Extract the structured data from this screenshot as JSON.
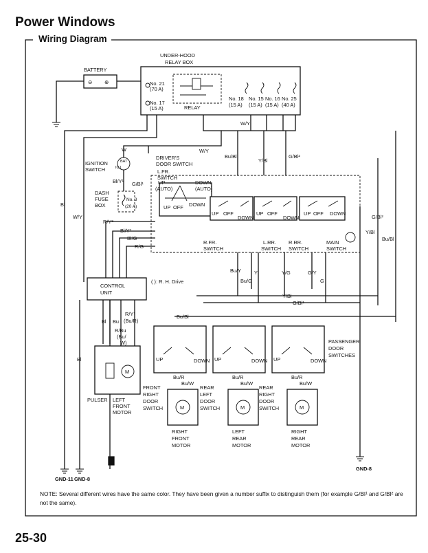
{
  "header": {
    "title": "Power Windows",
    "section": "Wiring Diagram"
  },
  "page_number": "25-30",
  "note": "NOTE:  Several different wires have the same color. They have been given a number suffix to distinguish them (for example G/Bl¹ and G/Bl² are not the same).",
  "components": {
    "battery": "BATTERY",
    "relay_box_1": "UNDER-HOOD",
    "relay_box_2": "RELAY BOX",
    "relay": "RELAY",
    "fuse_21_a": "No. 21",
    "fuse_21_b": "(70 A)",
    "fuse_17_a": "No. 17",
    "fuse_17_b": "(15 A)",
    "fuse_18_a": "No. 18",
    "fuse_18_b": "(15 A)",
    "fuse_15_a": "No. 15",
    "fuse_15_b": "(15 A)",
    "fuse_16_a": "No. 16",
    "fuse_16_b": "(15 A)",
    "fuse_25_a": "No. 25",
    "fuse_25_b": "(40 A)",
    "ignition_1": "IGNITION",
    "ignition_2": "SWITCH",
    "bat": "BAT",
    "ig1": "IG1",
    "dash_fuse_1": "DASH",
    "dash_fuse_2": "FUSE",
    "dash_fuse_3": "BOX",
    "fuse_3_a": "No. 3",
    "fuse_3_b": "(20 A)",
    "drivers_door_1": "DRIVER'S",
    "drivers_door_2": "DOOR SWITCH",
    "lfr_1": "L.FR.",
    "lfr_2": "SWITCH",
    "up": "UP",
    "auto": "(AUTO)",
    "down": "DOWN",
    "off": "OFF",
    "rfr_1": "R.FR.",
    "rfr_2": "SWITCH",
    "lrr_1": "L.RR.",
    "lrr_2": "SWITCH",
    "rrr_1": "R.RR.",
    "rrr_2": "SWITCH",
    "main_1": "MAIN",
    "main_2": "SWITCH",
    "control_1": "CONTROL",
    "control_2": "UNIT",
    "rh_drive": "(   ): R. H. Drive",
    "passenger_1": "PASSENGER",
    "passenger_2": "DOOR",
    "passenger_3": "SWITCHES",
    "pulser": "PULSER",
    "left_front_motor_1": "LEFT",
    "left_front_motor_2": "FRONT",
    "left_front_motor_3": "MOTOR",
    "front_right_door_1": "FRONT",
    "front_right_door_2": "RIGHT",
    "front_right_door_3": "DOOR",
    "front_right_door_4": "SWITCH",
    "rear_left_door_1": "REAR",
    "rear_left_door_2": "LEFT",
    "rear_left_door_3": "DOOR",
    "rear_left_door_4": "SWITCH",
    "rear_right_door_1": "REAR",
    "rear_right_door_2": "RIGHT",
    "rear_right_door_3": "DOOR",
    "rear_right_door_4": "SWITCH",
    "rf_motor_1": "RIGHT",
    "rf_motor_2": "FRONT",
    "rf_motor_3": "MOTOR",
    "lr_motor_1": "LEFT",
    "lr_motor_2": "REAR",
    "lr_motor_3": "MOTOR",
    "rr_motor_1": "RIGHT",
    "rr_motor_2": "REAR",
    "rr_motor_3": "MOTOR",
    "motor": "M",
    "gnd11": "GND-11",
    "gnd8_left": "GND-8",
    "gnd8_right": "GND-8"
  },
  "wires": {
    "w": "W",
    "w_y_1": "W/Y",
    "w_y_2": "W/Y",
    "w_y_3": "W/Y",
    "bl_left": "Bl",
    "bl_cu": "Bl",
    "bl_y1": "Bl/Y¹",
    "g_bl1": "G/Bl¹",
    "bu_bl_top": "Bu/Bl",
    "y_bl_top": "Y/Bl",
    "g_bl2_top": "G/Bl²",
    "r_y2": "R/Y²",
    "bl_y2": "Bl/Y²",
    "bl_g": "Bl/G",
    "r_g": "R/G",
    "g_bl2_right": "G/Bl²",
    "y_bl_right": "Y/Bl",
    "bu_bl_right": "Bu/Bl",
    "bu_y": "Bu/Y",
    "bu_g": "Bu/G",
    "y": "Y",
    "y_g": "Y/G",
    "g_y": "G/Y",
    "g": "G",
    "y_bl_mid": "Y/Bl",
    "g_bl1_mid": "G/Bl¹",
    "bu_bl_mid": "Bu/Bl",
    "bl_cu2": "Bl",
    "bu": "Bu",
    "r_y1": "R/Y¹",
    "bu_r_paren": "(Bu/R)",
    "r_bu": "R/Bu",
    "bu_paren": "(Bu/",
    "w_paren": "W)",
    "bu_r_1": "Bu/R",
    "bu_w_1": "Bu/W",
    "bu_r_2": "Bu/R",
    "bu_w_2": "Bu/W",
    "bu_r_3": "Bu/R",
    "bu_w_3": "Bu/W"
  }
}
